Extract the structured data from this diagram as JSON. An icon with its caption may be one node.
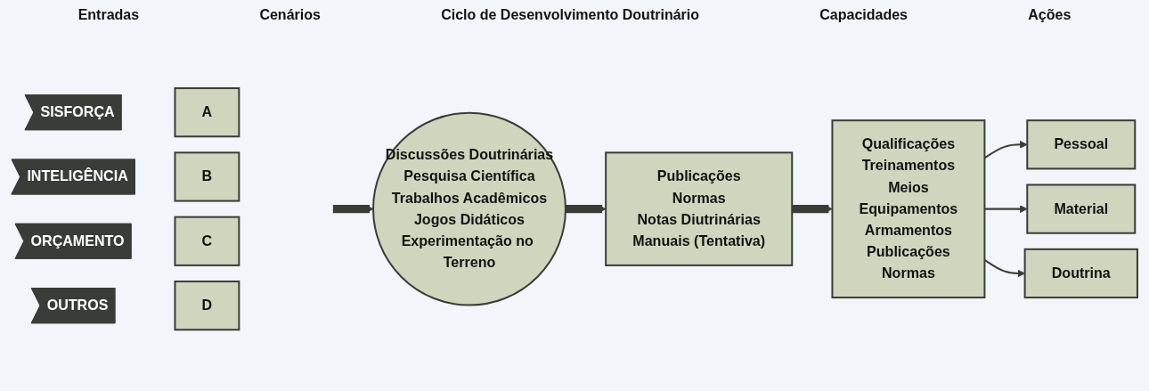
{
  "diagram": {
    "nodes": [
      {
        "text": [
          "SISFORÇA"
        ]
      },
      {
        "text": [
          "INTELIGÊNCIA"
        ]
      },
      {
        "text": [
          "ORÇAMENTO"
        ]
      },
      {
        "text": [
          "OUTROS"
        ]
      },
      {
        "text": [
          "A"
        ]
      },
      {
        "text": [
          "B"
        ]
      },
      {
        "text": [
          "C"
        ]
      },
      {
        "text": [
          "D"
        ]
      },
      {
        "text": [
          "Discussões Doutrinárias",
          "Pesquisa Científica",
          "Trabalhos Acadêmicos",
          "Jogos Didáticos",
          "Experimentação no Terreno"
        ]
      },
      {
        "text": [
          "Publicações",
          "Normas",
          "Notas Diutrinárias",
          "Manuais (Tentativa)"
        ]
      },
      {
        "text": [
          "Qualificações",
          "Treinamentos",
          "Meios",
          "Equipamentos",
          "Armamentos",
          "Publicações",
          "Normas"
        ]
      },
      {
        "text": [
          "Pessoal"
        ]
      },
      {
        "text": [
          "Material"
        ]
      },
      {
        "text": [
          "Doutrina"
        ]
      }
    ],
    "edges": [
      {
        "from": null,
        "to": 8,
        "arrow": "to",
        "style": "thick"
      },
      {
        "from": 8,
        "to": 9,
        "arrow": "to",
        "style": "thick"
      },
      {
        "from": 9,
        "to": 10,
        "arrow": "to",
        "style": "thick"
      },
      {
        "from": 10,
        "to": 11,
        "arrow": "to"
      },
      {
        "from": 10,
        "to": 12,
        "arrow": "to"
      },
      {
        "from": 10,
        "to": 13,
        "arrow": "to"
      }
    ],
    "labels": [
      "Entradas",
      "Cenários",
      "Ciclo de Desenvolvimento Doutrinário",
      "Capacidades",
      "Ações"
    ]
  }
}
